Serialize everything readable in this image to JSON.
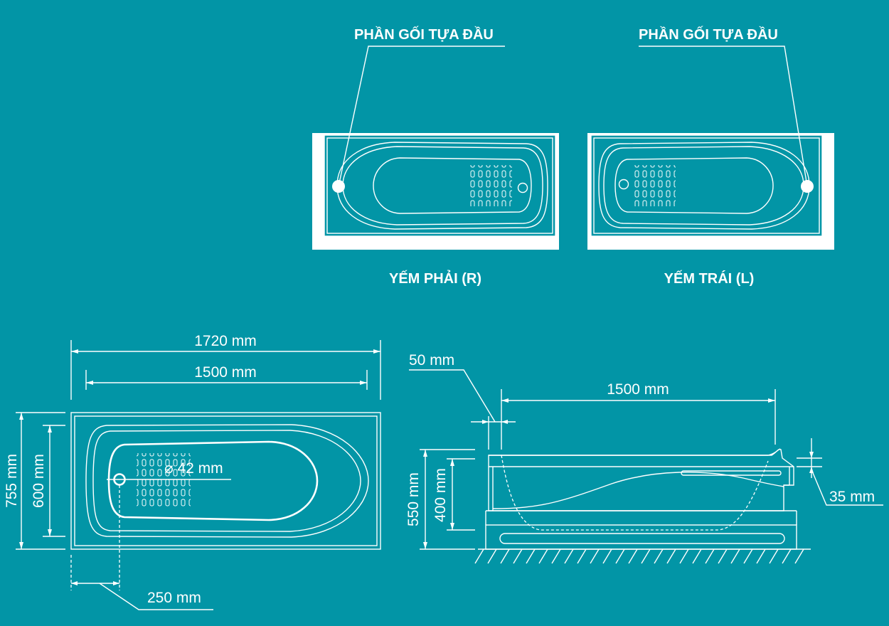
{
  "colors": {
    "background": "#0295a6",
    "line": "#ffffff"
  },
  "top_views": {
    "right": {
      "callout": "PHẦN GỐI TỰA ĐẦU",
      "caption": "YẾM PHẢI (R)"
    },
    "left": {
      "callout": "PHẦN GỐI TỰA ĐẦU",
      "caption": "YẾM TRÁI (L)"
    }
  },
  "plan_view": {
    "overall_length": "1720 mm",
    "inner_length": "1500 mm",
    "overall_width": "755 mm",
    "inner_width": "600 mm",
    "drain_diameter": "⌀ 42 mm",
    "drain_offset": "250 mm"
  },
  "side_view": {
    "rim_offset": "50 mm",
    "inner_length": "1500 mm",
    "total_height": "550 mm",
    "inner_depth": "400 mm",
    "rim_thickness": "35 mm"
  }
}
